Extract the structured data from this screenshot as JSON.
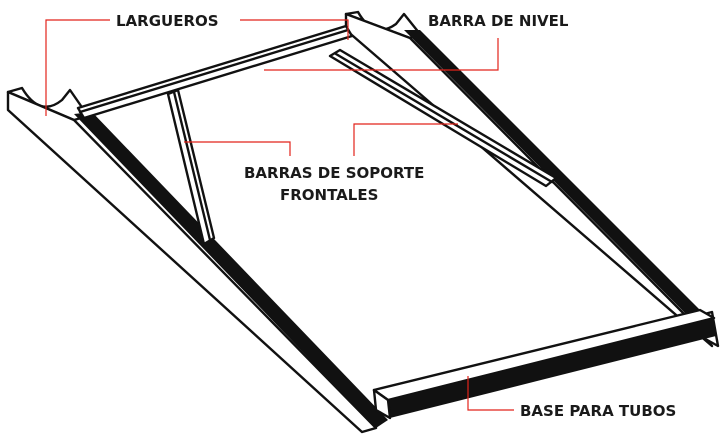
{
  "labels": {
    "largueros": "LARGUEROS",
    "barra_nivel": "BARRA DE NIVEL",
    "barras_soporte_line1": "BARRAS DE SOPORTE",
    "barras_soporte_line2": "FRONTALES",
    "base_tubos": "BASE PARA TUBOS"
  },
  "colors": {
    "leader_line": "#e2231a",
    "outline": "#111111",
    "label_text": "#1a1a1a",
    "background": "#ffffff"
  }
}
